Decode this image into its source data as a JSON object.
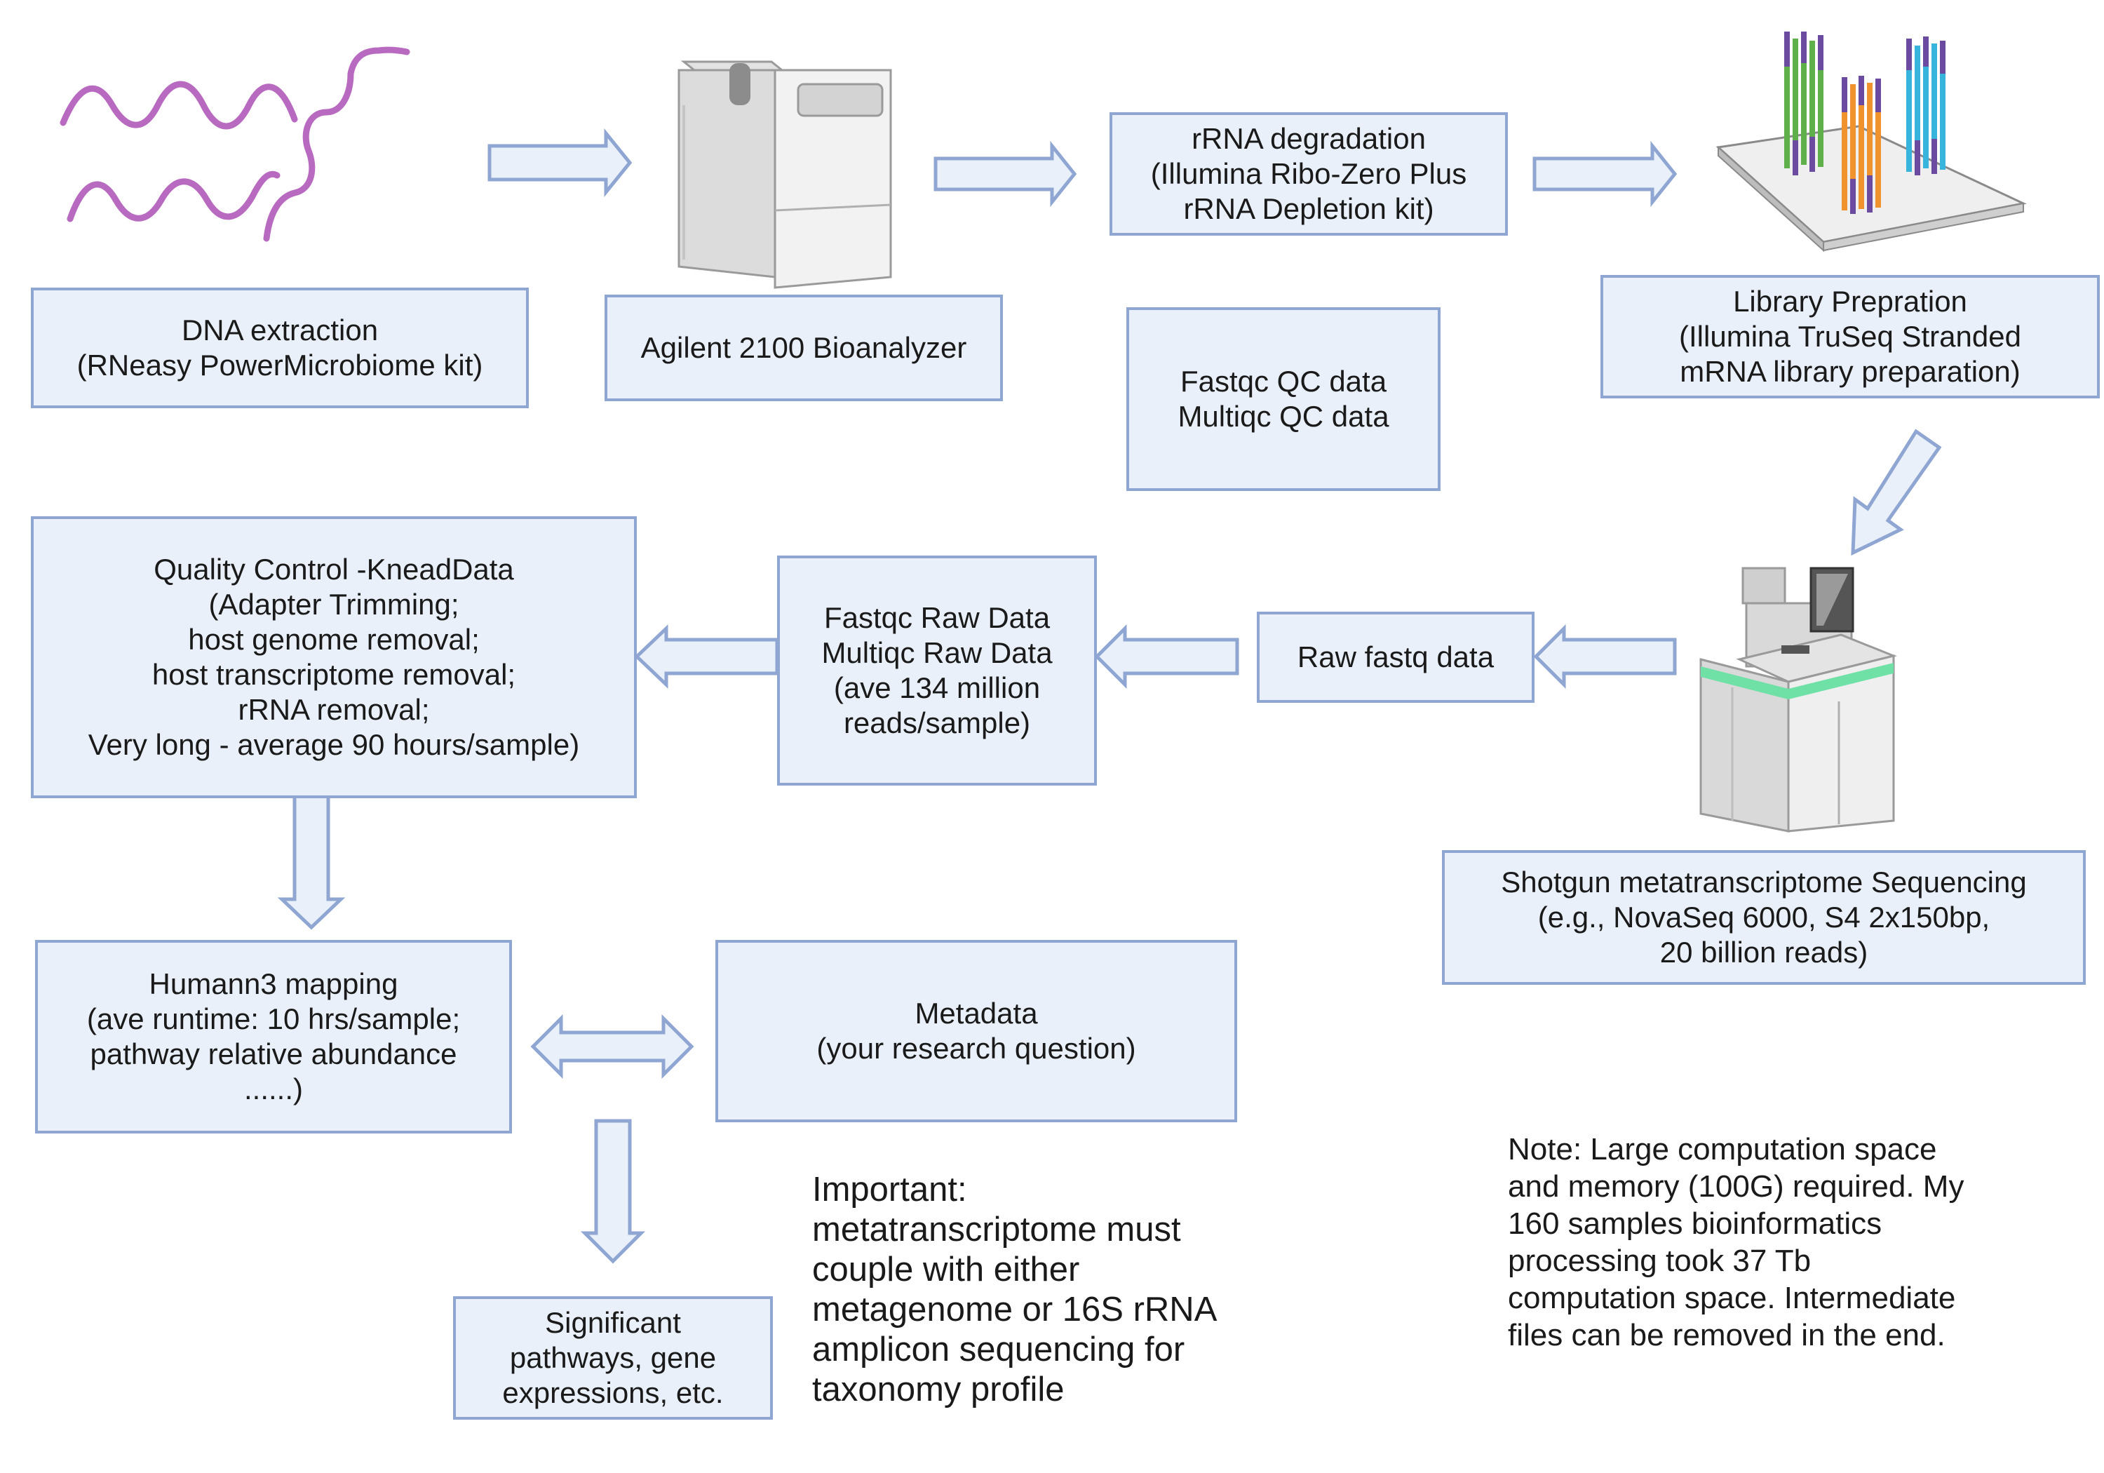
{
  "boxes": {
    "dna_extraction": [
      "DNA extraction",
      "(RNeasy PowerMicrobiome kit)"
    ],
    "bioanalyzer": [
      "Agilent 2100 Bioanalyzer"
    ],
    "rrna_degradation": [
      "rRNA degradation",
      "(Illumina Ribo-Zero Plus",
      "rRNA Depletion kit)"
    ],
    "fastqc_qc": [
      "Fastqc QC data",
      "Multiqc QC data"
    ],
    "library_prep": [
      "Library Prepration",
      "(Illumina TruSeq Stranded",
      "mRNA library preparation)"
    ],
    "quality_control": [
      "Quality Control -KneadData",
      "(Adapter Trimming;",
      "host genome removal;",
      "host transcriptome removal;",
      "rRNA removal;",
      "Very long - average 90 hours/sample)"
    ],
    "fastqc_raw": [
      "Fastqc Raw Data",
      "Multiqc Raw Data",
      "(ave 134 million",
      "reads/sample)"
    ],
    "raw_fastq": [
      "Raw fastq data"
    ],
    "sequencing": [
      "Shotgun metatranscriptome Sequencing",
      "(e.g., NovaSeq 6000, S4 2x150bp,",
      "20 billion reads)"
    ],
    "humann3": [
      "Humann3 mapping",
      "(ave runtime: 10 hrs/sample;",
      "pathway relative abundance",
      "......)"
    ],
    "metadata": [
      "Metadata",
      "(your research question)"
    ],
    "significant": [
      "Significant",
      "pathways, gene",
      "expressions, etc."
    ]
  },
  "important_note": [
    "Important:",
    "metatranscriptome must",
    "couple with either",
    "metagenome or 16S rRNA",
    "amplicon sequencing for",
    "taxonomy profile"
  ],
  "storage_note": [
    "Note: Large computation space",
    "and memory (100G) required. My",
    "160 samples bioinformatics",
    "processing took 37 Tb",
    "computation space. Intermediate",
    "files can be removed in the end."
  ],
  "icons": [
    "rna-strands-icon",
    "bioanalyzer-instrument-icon",
    "flow-cell-library-icon",
    "sequencer-instrument-icon"
  ],
  "colors": {
    "box_fill": "#e9f0f9",
    "box_border": "#8fa6d3",
    "rna_strand": "#b86ac0",
    "sequencer_accent": "#6fe0a6"
  }
}
